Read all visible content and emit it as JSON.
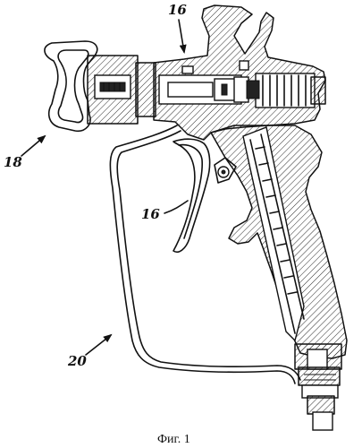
{
  "labels": {
    "ref_16_top": "16",
    "ref_18": "18",
    "ref_16_trigger": "16",
    "ref_20": "20"
  },
  "caption": "Фиг. 1"
}
